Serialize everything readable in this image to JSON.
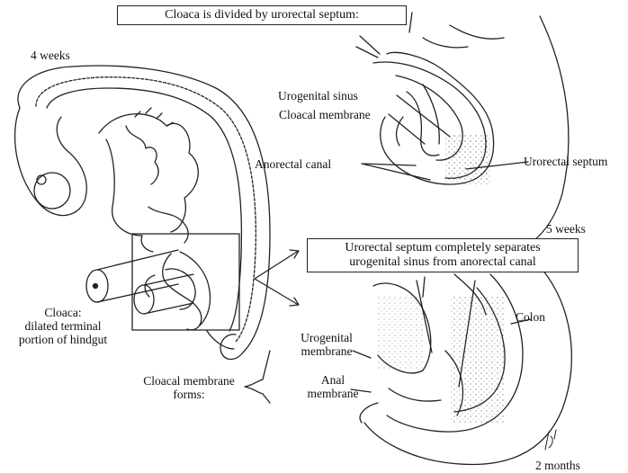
{
  "title_box": "Cloaca is divided by urorectal septum:",
  "stage_labels": {
    "week4": "4 weeks",
    "week5": "5 weeks",
    "month2": "2 months"
  },
  "panel_5wk": {
    "urogenital_sinus": "Urogenital sinus",
    "cloacal_membrane": "Cloacal membrane",
    "anorectal_canal": "Anorectal canal",
    "urorectal_septum": "Urorectal septum"
  },
  "panel_2mo": {
    "box_line1": "Urorectal septum completely separates",
    "box_line2": "urogenital sinus from anorectal canal",
    "colon": "Colon",
    "urogenital_membrane_l1": "Urogenital",
    "urogenital_membrane_l2": "membrane",
    "anal_membrane_l1": "Anal",
    "anal_membrane_l2": "membrane",
    "cloacal_membrane_forms_l1": "Cloacal membrane",
    "cloacal_membrane_forms_l2": "forms:"
  },
  "embryo": {
    "cloaca_l1": "Cloaca:",
    "cloaca_l2": "dilated terminal",
    "cloaca_l3": "portion of hindgut"
  }
}
